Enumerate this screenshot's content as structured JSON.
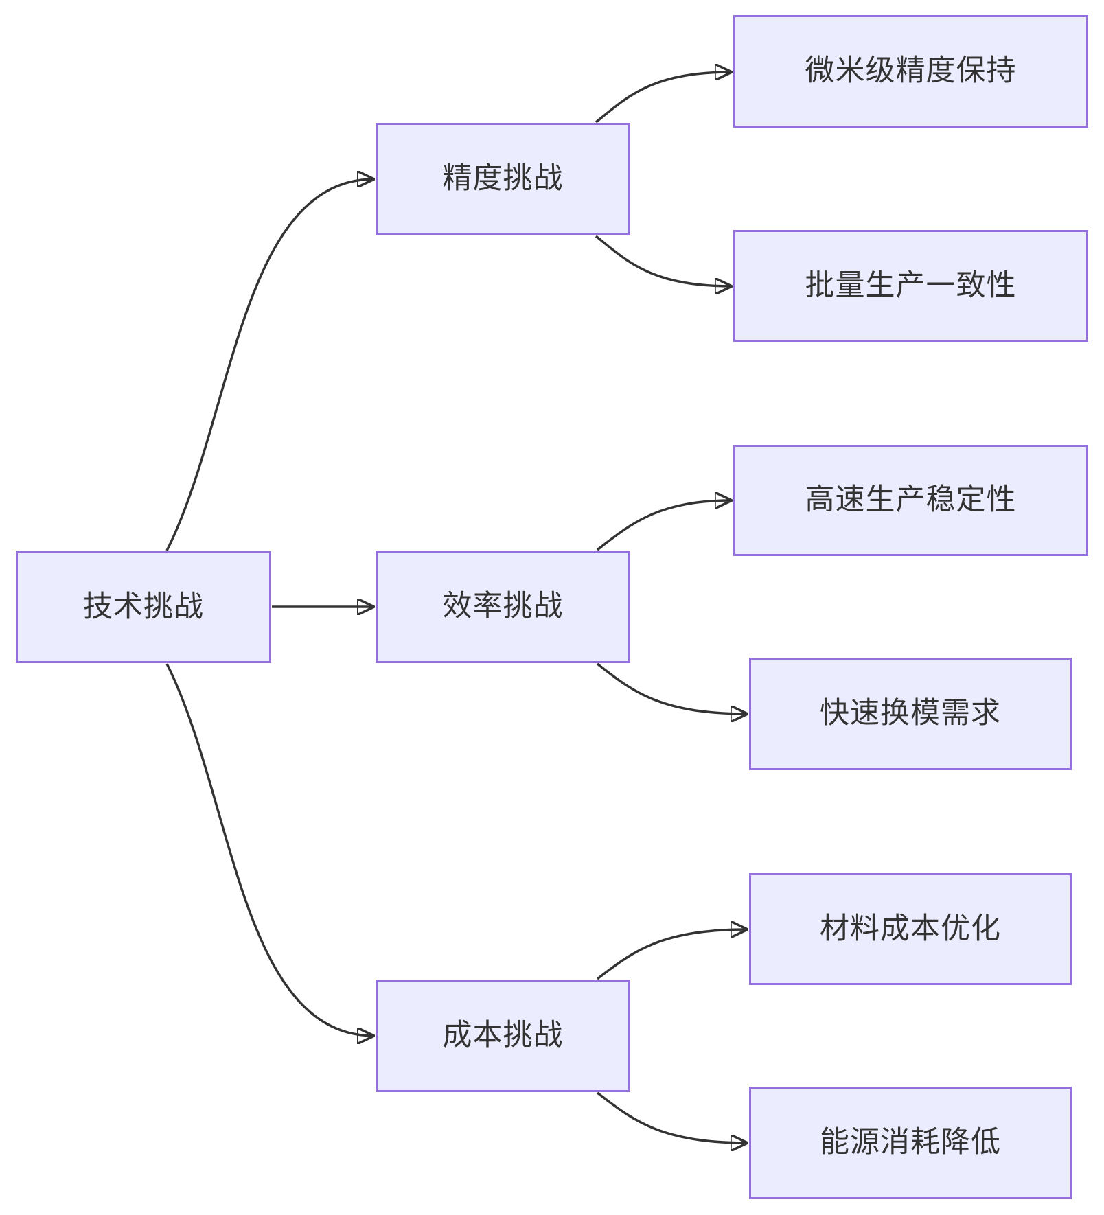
{
  "diagram": {
    "type": "flowchart-left-to-right",
    "root": {
      "label": "技术挑战"
    },
    "branches": [
      {
        "label": "精度挑战",
        "children": [
          {
            "label": "微米级精度保持"
          },
          {
            "label": "批量生产一致性"
          }
        ]
      },
      {
        "label": "效率挑战",
        "children": [
          {
            "label": "高速生产稳定性"
          },
          {
            "label": "快速换模需求"
          }
        ]
      },
      {
        "label": "成本挑战",
        "children": [
          {
            "label": "材料成本优化"
          },
          {
            "label": "能源消耗降低"
          }
        ]
      }
    ],
    "colors": {
      "node_fill": "#ECECFF",
      "node_border": "#9370DB",
      "edge": "#333333",
      "text": "#333333",
      "background": "#FFFFFF"
    }
  }
}
